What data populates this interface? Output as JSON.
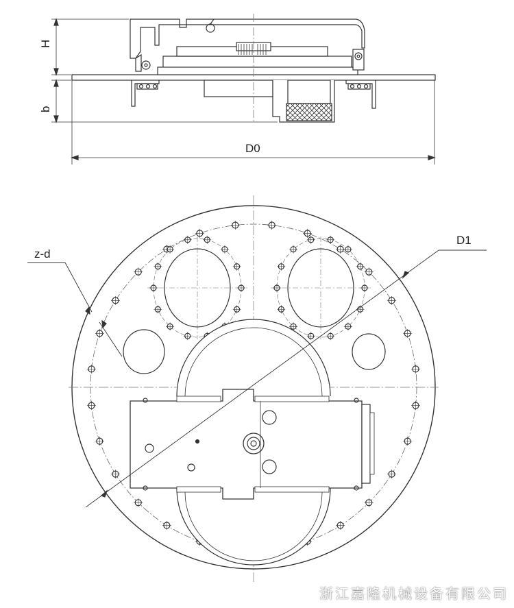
{
  "labels": {
    "height": "H",
    "base": "b",
    "outer_diameter": "D0",
    "bolt_circle": "D1",
    "holes": "z-d"
  },
  "watermark": "浙江嘉隆机械设备有限公司",
  "colors": {
    "line": "#333333",
    "thin": "#555555",
    "fill_plate": "#ffffff"
  }
}
